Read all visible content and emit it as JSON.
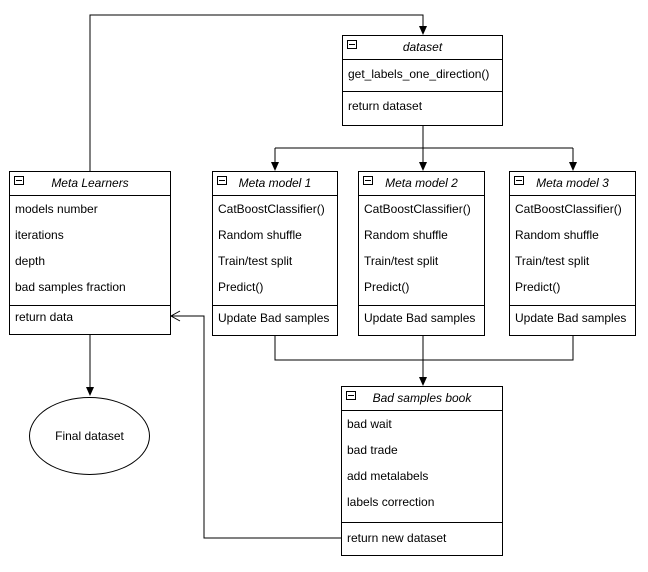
{
  "dataset": {
    "title": "dataset",
    "methods": [
      "get_labels_one_direction()"
    ],
    "returns": "return dataset"
  },
  "meta_learners": {
    "title": "Meta Learners",
    "fields": [
      "models number",
      "iterations",
      "depth",
      "bad samples fraction"
    ],
    "returns": "return data"
  },
  "meta_models": [
    {
      "title": "Meta model 1",
      "fields": [
        "CatBoostClassifier()",
        "Random shuffle",
        "Train/test split",
        "Predict()"
      ],
      "returns": "Update Bad samples"
    },
    {
      "title": "Meta model 2",
      "fields": [
        "CatBoostClassifier()",
        "Random shuffle",
        "Train/test split",
        "Predict()"
      ],
      "returns": "Update Bad samples"
    },
    {
      "title": "Meta model 3",
      "fields": [
        "CatBoostClassifier()",
        "Random shuffle",
        "Train/test split",
        "Predict()"
      ],
      "returns": "Update Bad samples"
    }
  ],
  "bad_samples_book": {
    "title": "Bad samples book",
    "fields": [
      "bad wait",
      "bad trade",
      "add metalabels",
      "labels correction"
    ],
    "returns": "return new dataset"
  },
  "final_dataset": {
    "label": "Final dataset"
  }
}
